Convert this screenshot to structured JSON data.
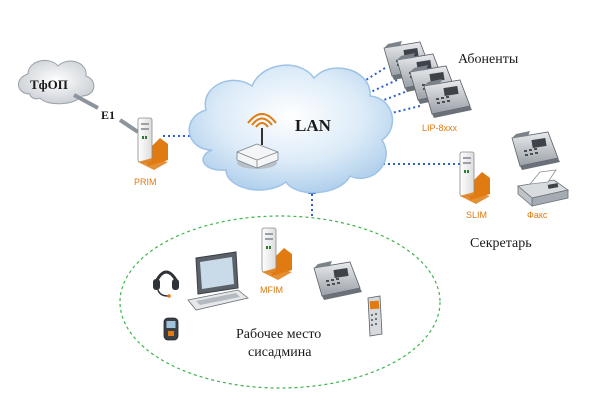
{
  "labels": {
    "pstn": "ТфОП",
    "e1": "E1",
    "lan": "LAN",
    "subscribers": "Абоненты",
    "lip": "LIP-8xxx",
    "prim": "PRIM",
    "slim": "SLIM",
    "fax": "Факс",
    "secretary": "Секретарь",
    "mfim": "MFIM",
    "workplace_line1": "Рабочее место",
    "workplace_line2": "сисадмина"
  },
  "colors": {
    "cloud": "#cfe3f5",
    "cloud_edge": "#9ec3e6",
    "device_orange": "#e07b12",
    "link_blue": "#2b5fcf",
    "zone_green": "#3cb54a",
    "label_orange": "#e07b12"
  }
}
